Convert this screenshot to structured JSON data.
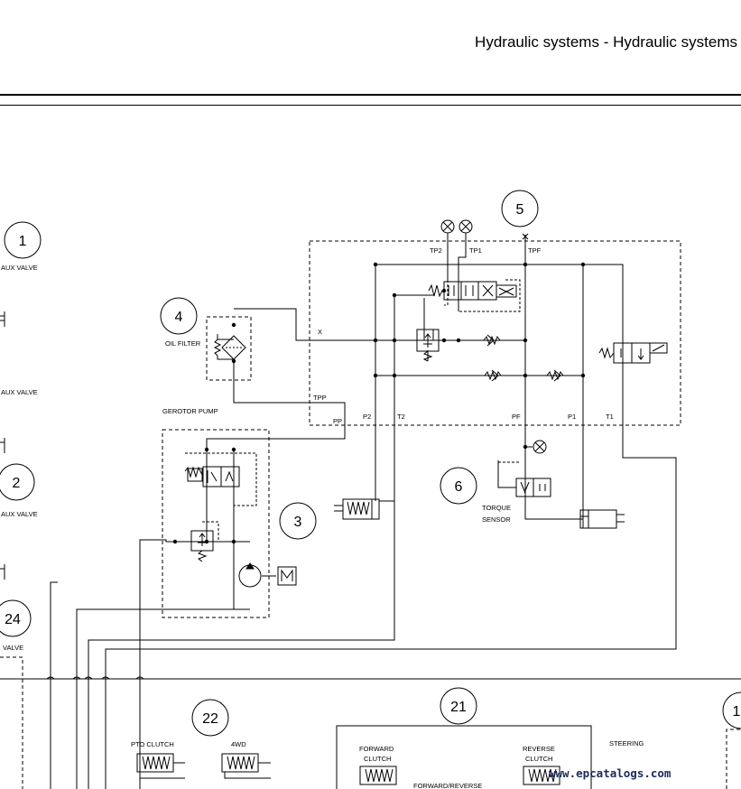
{
  "header": {
    "title": "Hydraulic systems - Hydraulic systems"
  },
  "watermark": "www.epcatalogs.com",
  "callouts": [
    "1",
    "2",
    "24",
    "4",
    "5",
    "3",
    "6",
    "22",
    "21",
    "1"
  ],
  "labels": {
    "aux_valve_1": "AUX VALVE",
    "aux_valve_2": "AUX VALVE",
    "aux_valve_3": "AUX VALVE",
    "valve_24": "VALVE",
    "oil_filter": "OIL FILTER",
    "gerotor_pump": "GEROTOR PUMP",
    "torque_sensor_1": "TORQUE",
    "torque_sensor_2": "SENSOR",
    "pto_clutch": "PTO CLUTCH",
    "fourwd": "4WD",
    "forward_clutch_1": "FORWARD",
    "forward_clutch_2": "CLUTCH",
    "reverse_clutch_1": "REVERSE",
    "reverse_clutch_2": "CLUTCH",
    "forward_reverse": "FORWARD/REVERSE",
    "steering": "STEERING"
  },
  "ports": {
    "tp2": "TP2",
    "tp1": "TP1",
    "tpf": "TPF",
    "x": "X",
    "tpp": "TPP",
    "pp": "PP",
    "p2": "P2",
    "t2": "T2",
    "pf": "PF",
    "p1": "P1",
    "t1": "T1"
  }
}
